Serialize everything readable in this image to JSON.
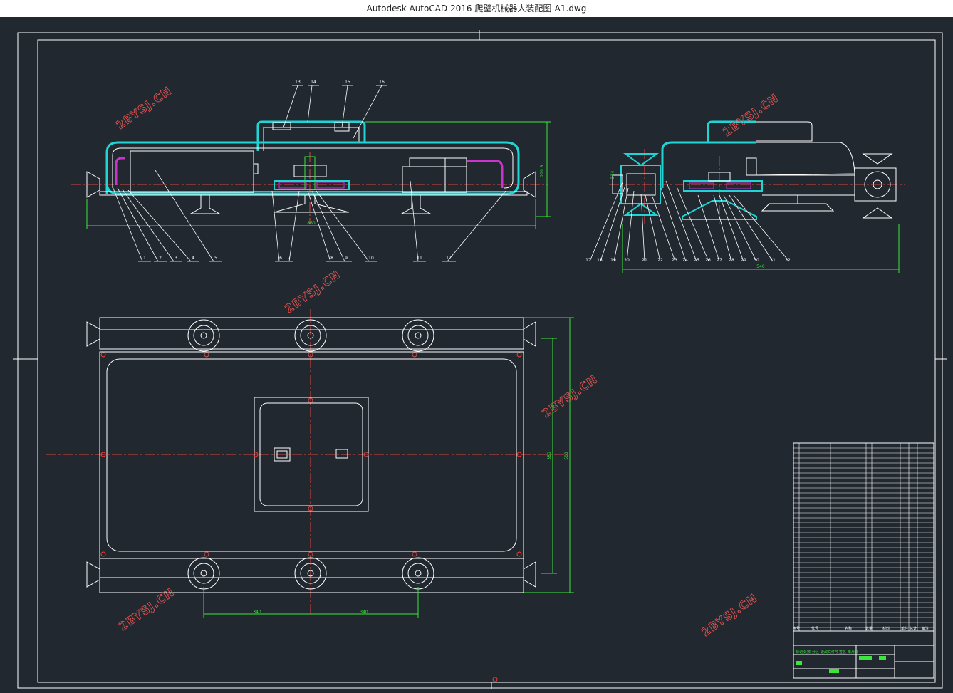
{
  "window": {
    "title": "Autodesk AutoCAD 2016     爬壁机械器人装配图-A1.dwg"
  },
  "watermark": {
    "text": "2BYSJ.CN"
  },
  "colors": {
    "background": "#212830",
    "line": "#ffffff",
    "center": "#e0453c",
    "dimension": "#39e639",
    "section": "#21d4d4",
    "magenta": "#cc33cc",
    "watermark": "#d9534f"
  },
  "front_view": {
    "balloons": [
      "1",
      "2",
      "3",
      "4",
      "5",
      "6",
      "7",
      "8",
      "9",
      "10",
      "11",
      "12"
    ],
    "top_balloons": [
      "13",
      "14",
      "15",
      "16"
    ],
    "dims": {
      "length": "860",
      "height": "229.3"
    }
  },
  "side_view": {
    "balloons": [
      "17",
      "18",
      "19",
      "20",
      "21",
      "22",
      "23",
      "24",
      "25",
      "26",
      "27",
      "28",
      "29",
      "30",
      "31",
      "32"
    ],
    "dims": {
      "width": "540",
      "small": "Ø14"
    }
  },
  "top_view": {
    "dims": {
      "pitch1": "340",
      "pitch2": "340",
      "height_outer": "500",
      "height_inner": "380"
    }
  },
  "title_block": {
    "headers": [
      "序号",
      "代号",
      "名称",
      "数量",
      "材料",
      "单件",
      "总计",
      "备注"
    ],
    "green_labels": [
      "标记",
      "处数",
      "分区",
      "更改文件号",
      "签名",
      "年月日"
    ]
  }
}
